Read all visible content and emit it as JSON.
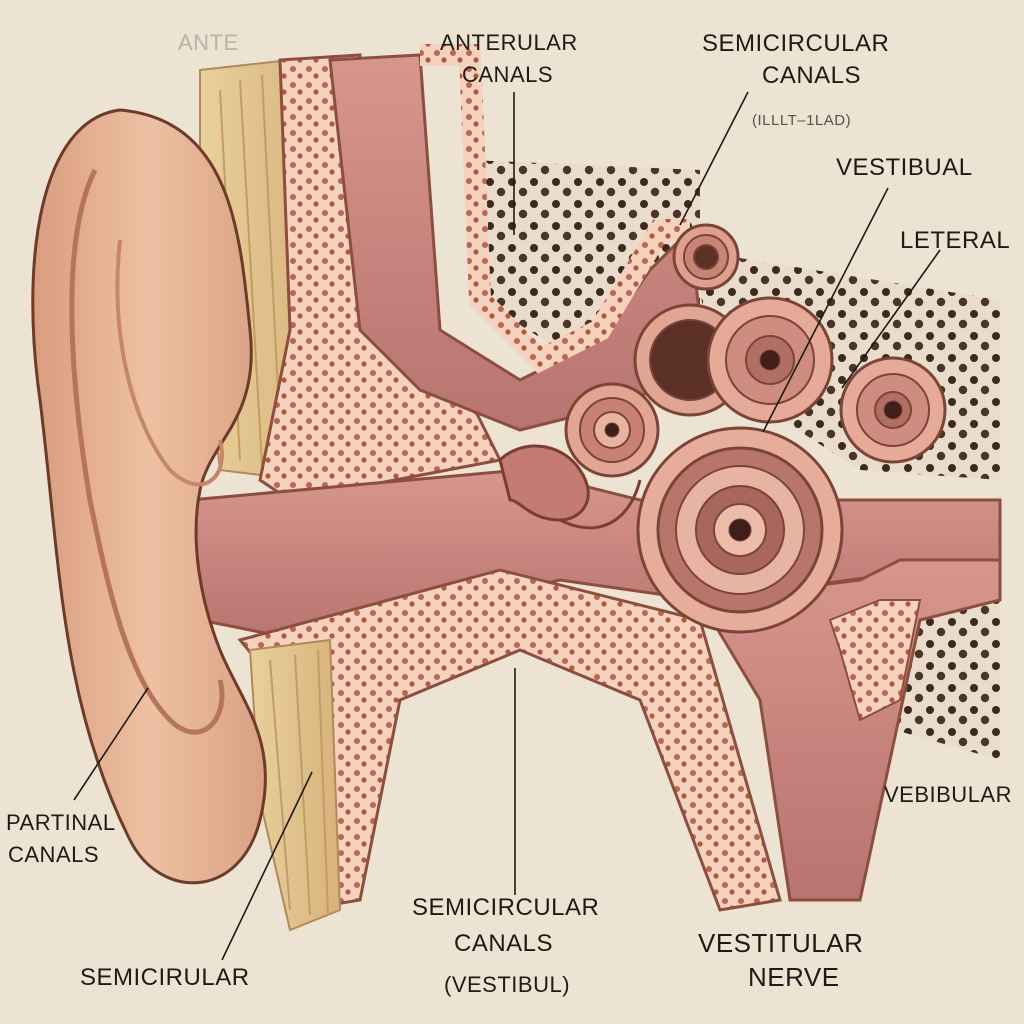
{
  "labels": {
    "top_faded": "ANTE",
    "anterular_1": "ANTERULAR",
    "anterular_2": "CANALS",
    "semicircular_top_1": "SEMICIRCULAR",
    "semicircular_top_2": "CANALS",
    "semicircular_top_sub": "(ILLLT–1LAD)",
    "vestibual": "VESTIBUAL",
    "leteral": "LETERAL",
    "vebibular": "VEBIBULAR",
    "partinal_1": "PARTINAL",
    "partinal_2": "CANALS",
    "semicirular_bottom": "SEMICIRULAR",
    "semicircular_mid_1": "SEMICIRCULAR",
    "semicircular_mid_2": "CANALS",
    "semicircular_mid_sub": "(VESTIBUL)",
    "vestitular_1": "VESTITULAR",
    "vestitular_2": "NERVE"
  },
  "colors": {
    "background": "#ece3d2",
    "skin": "#e8b89a",
    "skin_shadow": "#c98a6e",
    "canal": "#c98c85",
    "bone": "#f1cdb8",
    "porous_dot": "#3b2a20",
    "muscle": "#e5c98f",
    "leader_line": "#1f1a17"
  }
}
